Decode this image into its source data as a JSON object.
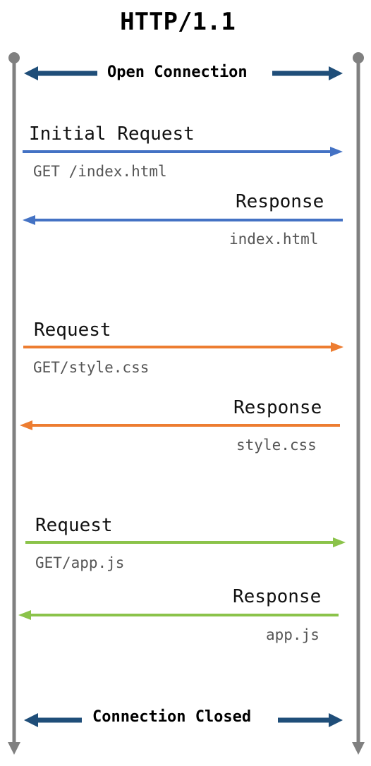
{
  "title": "HTTP/1.1",
  "open_connection": "Open Connection",
  "connection_closed": "Connection Closed",
  "colors": {
    "lifeline": "#808080",
    "connection": "#1f4e79",
    "exchange_1": "#4472c4",
    "exchange_2": "#ed7d31",
    "exchange_3": "#8bc34a"
  },
  "exchanges": [
    {
      "request_label": "Initial Request",
      "request_detail": "GET /index.html",
      "response_label": "Response",
      "response_detail": "index.html"
    },
    {
      "request_label": "Request",
      "request_detail": "GET/style.css",
      "response_label": "Response",
      "response_detail": "style.css"
    },
    {
      "request_label": "Request",
      "request_detail": "GET/app.js",
      "response_label": "Response",
      "response_detail": "app.js"
    }
  ]
}
